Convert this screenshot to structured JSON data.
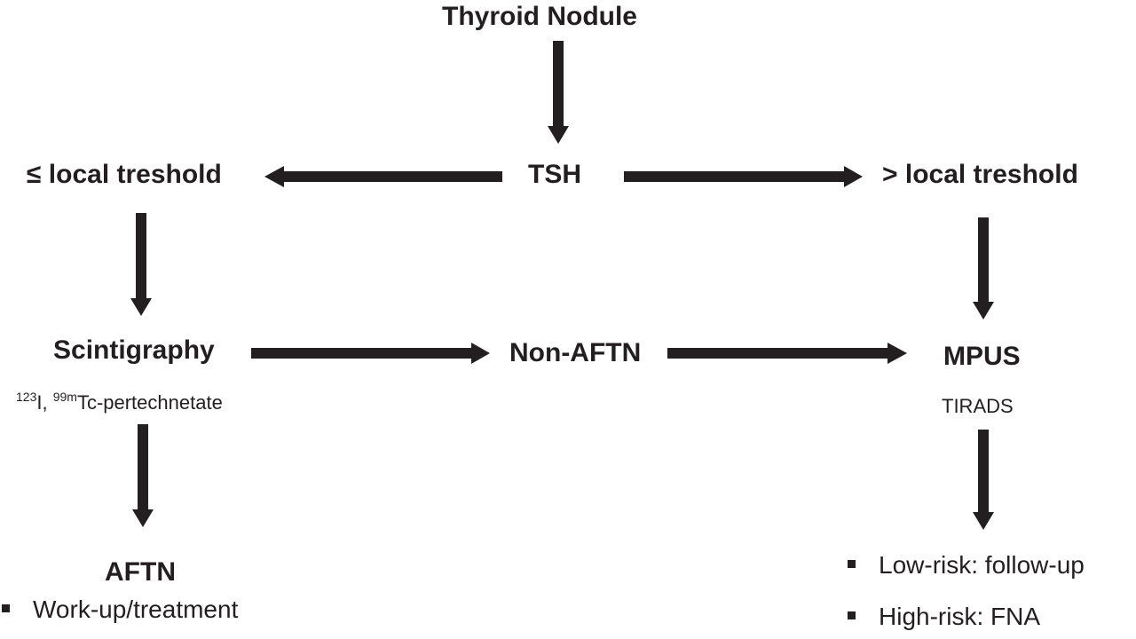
{
  "diagram": {
    "nodes": {
      "thyroid_nodule": "Thyroid Nodule",
      "tsh": "TSH",
      "low_threshold": "≤ local treshold",
      "high_threshold": "> local treshold",
      "scintigraphy": "Scintigraphy",
      "scintigraphy_sub": {
        "iso1_mass": "123",
        "iso1_symbol": "I, ",
        "iso2_mass": "99m",
        "iso2_rest": "Tc-pertechnetate"
      },
      "non_aftn": "Non-AFTN",
      "mpus": "MPUS",
      "mpus_sub": "TIRADS",
      "aftn": "AFTN"
    },
    "aftn_bullets": [
      "Work-up/treatment"
    ],
    "mpus_bullets": [
      "Low-risk: follow-up",
      "High-risk: FNA"
    ],
    "colors": {
      "ink": "#231f20",
      "background": "#ffffff"
    }
  }
}
